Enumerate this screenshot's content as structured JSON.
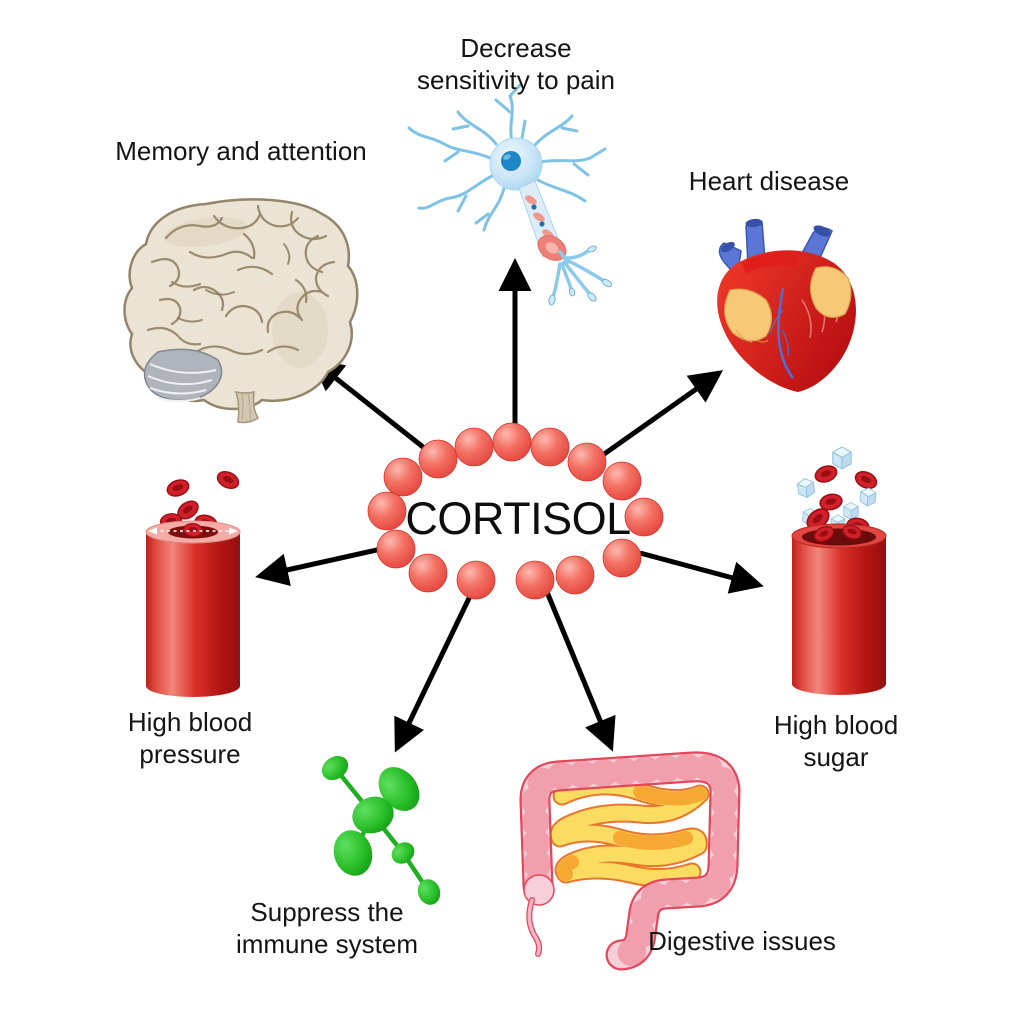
{
  "diagram": {
    "title": "CORTISOL",
    "effects": [
      {
        "label": "Decrease sensitivity to pain",
        "icon": "neuron-icon",
        "position": "top"
      },
      {
        "label": "Memory and attention",
        "icon": "brain-icon",
        "position": "top-left"
      },
      {
        "label": "Heart disease",
        "icon": "heart-icon",
        "position": "top-right"
      },
      {
        "label": "High blood pressure",
        "icon": "blood-vessel-pressure-icon",
        "position": "left"
      },
      {
        "label": "High blood sugar",
        "icon": "blood-vessel-sugar-icon",
        "position": "right"
      },
      {
        "label": "Suppress the immune system",
        "icon": "immune-molecule-icon",
        "position": "bottom-left"
      },
      {
        "label": "Digestive issues",
        "icon": "intestines-icon",
        "position": "bottom-right"
      }
    ],
    "colors": {
      "background": "#ffffff",
      "text": "#141414",
      "arrow": "#000000",
      "cortisol_ball": "#f1564a",
      "neuron_blue": "#a8d5f0",
      "brain_beige": "#ebe3d3",
      "heart_red": "#e02a22",
      "vessel_red": "#d2231f",
      "immune_green": "#2bc12b",
      "intestine_pink": "#f7cfd8",
      "intestine_yellow": "#fbdc60"
    }
  }
}
